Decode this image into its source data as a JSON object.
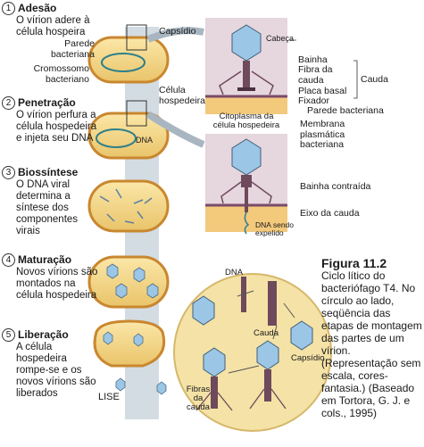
{
  "steps": [
    {
      "num": "1",
      "title": "Adesão",
      "text": "O vírion adere à célula hospeira"
    },
    {
      "num": "2",
      "title": "Penetração",
      "text": "O vírion perfura a célula hospedeira e injeta seu DNA"
    },
    {
      "num": "3",
      "title": "Biossíntese",
      "text": "O DNA viral determina a síntese dos componentes virais"
    },
    {
      "num": "4",
      "title": "Maturação",
      "text": "Novos vírions são montados na célula hospedeira"
    },
    {
      "num": "5",
      "title": "Liberação",
      "text": "A célula hospedeira rompe-se e os novos vírions são liberados"
    }
  ],
  "labels": {
    "parede": "Parede bacteriana",
    "cromossomo": "Cromossomo bacteriano",
    "capsidio": "Capsídio",
    "celula": "Célula hospedeira",
    "dna_small": "DNA",
    "cabeca": "Cabeça",
    "bainha": "Bainha",
    "fibra": "Fibra da cauda",
    "placa": "Placa basal",
    "fixador": "Fixador",
    "parede2": "Parede bacteriana",
    "cauda": "Cauda",
    "citoplasma": "Citoplasma da célula hospedeira",
    "membrana": "Membrana plasmática bacteriana",
    "bainha_contraida": "Bainha contraída",
    "eixo": "Eixo da cauda",
    "dna_expelido": "DNA sendo expelido",
    "lise": "LISE",
    "c_dna": "DNA",
    "c_cauda": "Cauda",
    "c_capsidio": "Capsídio",
    "c_fibras": "Fibras da cauda"
  },
  "caption": {
    "figure": "Figura 11.2",
    "text": "Ciclo lítico do bacteriófago T4. No círculo ao lado, seqüência das etapas de montagem das partes de um vírion. (Representação sem escala, cores-fantasia.) (Baseado em Tortora, G. J. e cols., 1995)"
  },
  "colors": {
    "cell_fill": "#f5d98c",
    "cell_wall": "#c9872f",
    "chromosome": "#2d7f8a",
    "capsid": "#9cc6e6",
    "tail": "#6e4a5c",
    "arrow": "#b9c6d2",
    "panel": "#e6d6de"
  }
}
